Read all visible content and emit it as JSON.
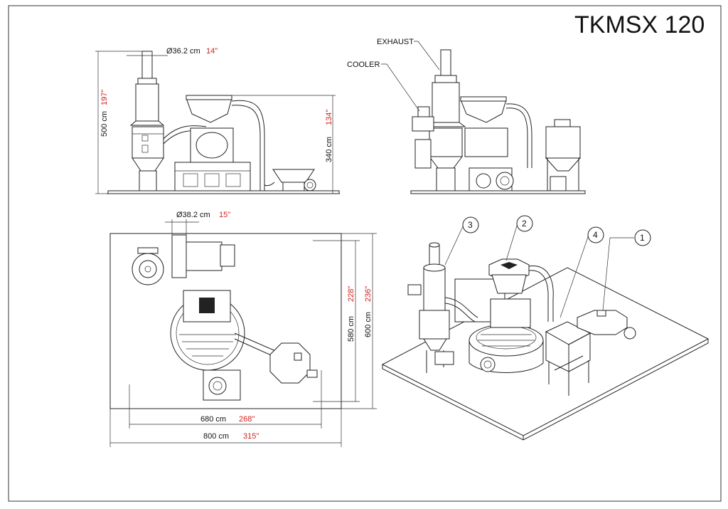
{
  "title": "TKMSX 120",
  "views": {
    "side_left": {
      "dim_diameter": {
        "metric": "Ø36.2 cm",
        "imperial": "14\""
      },
      "dim_height_total": {
        "metric": "500 cm",
        "imperial": "197\""
      },
      "dim_height_roaster": {
        "metric": "340 cm",
        "imperial": "134\""
      }
    },
    "side_right": {
      "label_exhaust": "EXHAUST",
      "label_cooler": "COOLER"
    },
    "top": {
      "dim_diameter": {
        "metric": "Ø38.2 cm",
        "imperial": "15\""
      },
      "dim_depth_inner": {
        "metric": "580 cm",
        "imperial": "228\""
      },
      "dim_depth_outer": {
        "metric": "600 cm",
        "imperial": "236\""
      },
      "dim_width_inner": {
        "metric": "680 cm",
        "imperial": "268\""
      },
      "dim_width_outer": {
        "metric": "800 cm",
        "imperial": "315\""
      }
    },
    "isometric": {
      "callouts": [
        "1",
        "2",
        "3",
        "4"
      ]
    }
  }
}
